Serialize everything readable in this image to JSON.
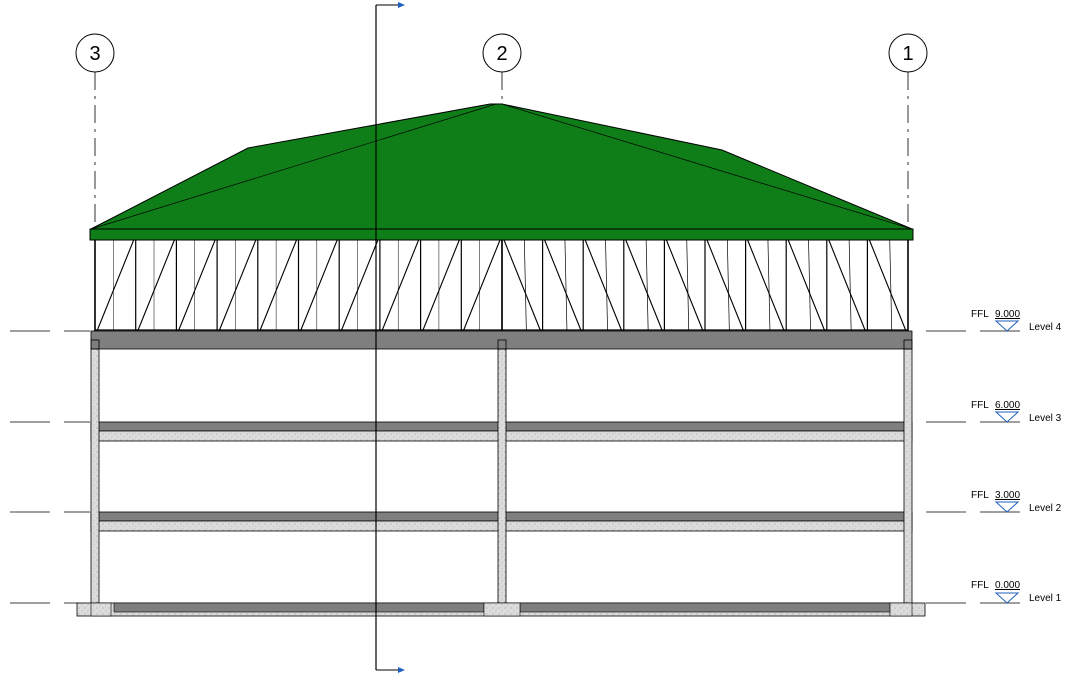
{
  "grids": [
    {
      "label": "3"
    },
    {
      "label": "2"
    },
    {
      "label": "1"
    }
  ],
  "levels": [
    {
      "prefix": "FFL",
      "elevation": "9.000",
      "name": "Level 4"
    },
    {
      "prefix": "FFL",
      "elevation": "6.000",
      "name": "Level 3"
    },
    {
      "prefix": "FFL",
      "elevation": "3.000",
      "name": "Level 2"
    },
    {
      "prefix": "FFL",
      "elevation": "0.000",
      "name": "Level 1"
    }
  ],
  "colors": {
    "roof": "#0f7d18",
    "slab": "#7f7f7f",
    "concrete": "#d9d9d9",
    "section_line": "#1f5fbf"
  },
  "truss_bays": 20
}
